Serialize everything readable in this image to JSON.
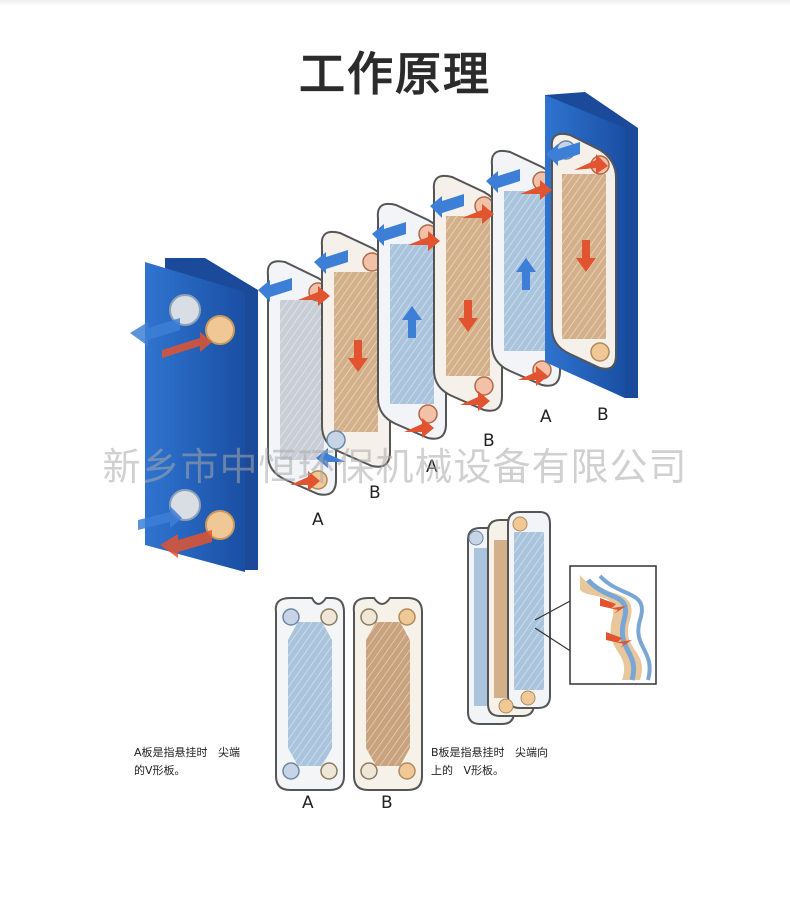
{
  "title": "工作原理",
  "watermark": "新乡市中恒环保机械设备有限公司",
  "plate_labels": {
    "a1": "A",
    "b1": "B",
    "a2": "A",
    "b2": "B",
    "a3": "A",
    "b3": "B",
    "detail_a": "A",
    "detail_b": "B"
  },
  "notes": {
    "a": "A板是指悬挂时   尖端\n的V形板。",
    "b": "B板是指悬挂时   尖端向\n上的   V形板。"
  },
  "colors": {
    "frame_blue": "#1f5fbf",
    "plate_blue": "#a9c4dc",
    "plate_tan": "#d4b08a",
    "hot_arrow": "#e2542f",
    "cold_arrow": "#3d7fd6"
  }
}
